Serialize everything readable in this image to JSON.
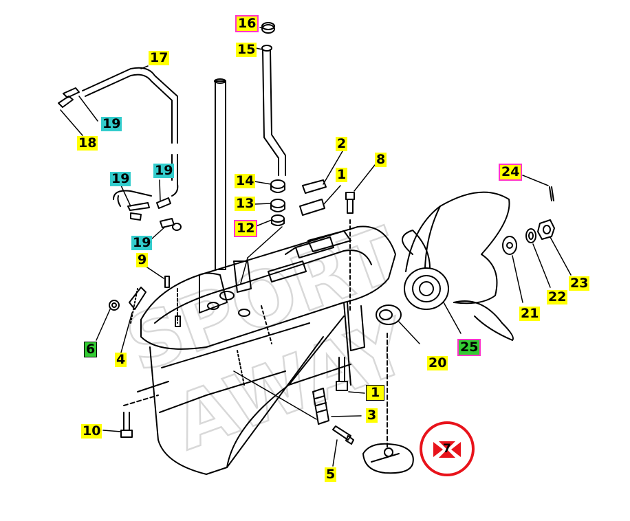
{
  "colors": {
    "line": "#000000",
    "yellow": "#ffff00",
    "cyan": "#33cccc",
    "magenta": "#ff33cc",
    "green": "#33cc33",
    "red": "#e8131b",
    "watermark": "#c8c8c8"
  },
  "watermark": {
    "line1": "SPORT",
    "line2": "AWAY"
  },
  "callouts": {
    "c1": "1",
    "c1b": "1",
    "c2": "2",
    "c3": "3",
    "c4": "4",
    "c5": "5",
    "c6": "6",
    "c7": "7",
    "c8": "8",
    "c9": "9",
    "c10": "10",
    "c12": "12",
    "c13": "13",
    "c14": "14",
    "c15": "15",
    "c16": "16",
    "c17": "17",
    "c18": "18",
    "c19a": "19",
    "c19b": "19",
    "c19c": "19",
    "c19d": "19",
    "c20": "20",
    "c21": "21",
    "c22": "22",
    "c23": "23",
    "c24": "24",
    "c25": "25"
  },
  "highlight": {
    "part": "7",
    "marker": "selected-part-marker"
  }
}
